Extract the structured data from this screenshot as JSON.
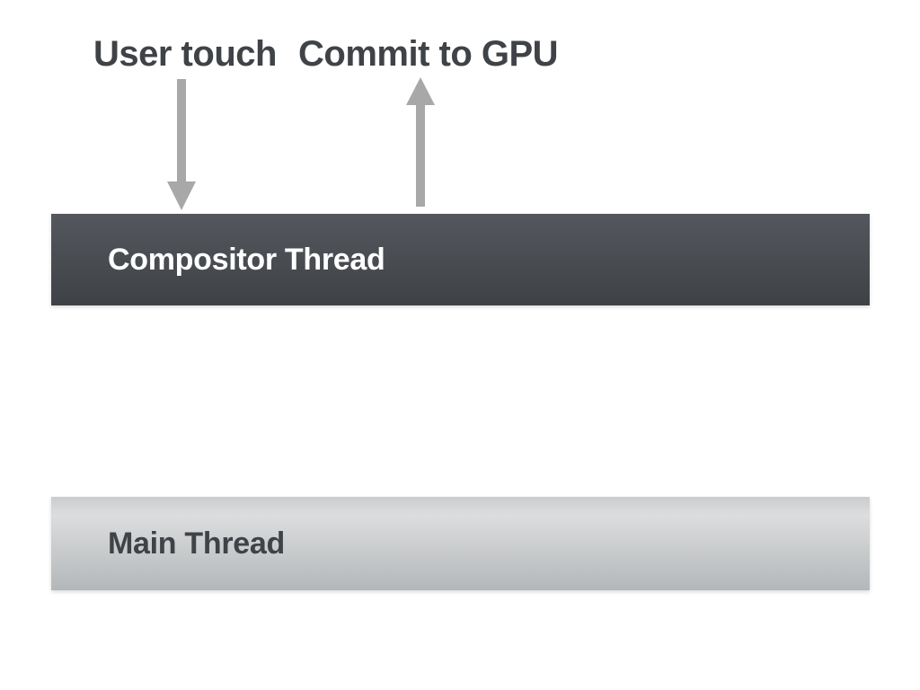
{
  "diagram": {
    "title": "Browser thread timeline diagram",
    "annotations": {
      "user_touch": "User touch",
      "commit_to_gpu": "Commit to GPU"
    },
    "arrows": [
      {
        "name": "user-touch-arrow",
        "direction": "down",
        "from": "User touch label",
        "to": "Compositor Thread"
      },
      {
        "name": "commit-to-gpu-arrow",
        "direction": "up",
        "from": "Compositor Thread",
        "to": "Commit to GPU label"
      }
    ],
    "bars": {
      "compositor": {
        "label": "Compositor Thread"
      },
      "main": {
        "label": "Main Thread"
      }
    }
  },
  "colors": {
    "background": "#ffffff",
    "label_text": "#3f4347",
    "arrow": "#a8a8a8",
    "compositor_top": "#54585e",
    "compositor_bottom": "#3e4246",
    "compositor_text": "#ffffff",
    "main_edge": "#caccce",
    "main_top": "#dbddde",
    "main_bottom": "#b4b7b9",
    "main_text": "#3f4347"
  }
}
